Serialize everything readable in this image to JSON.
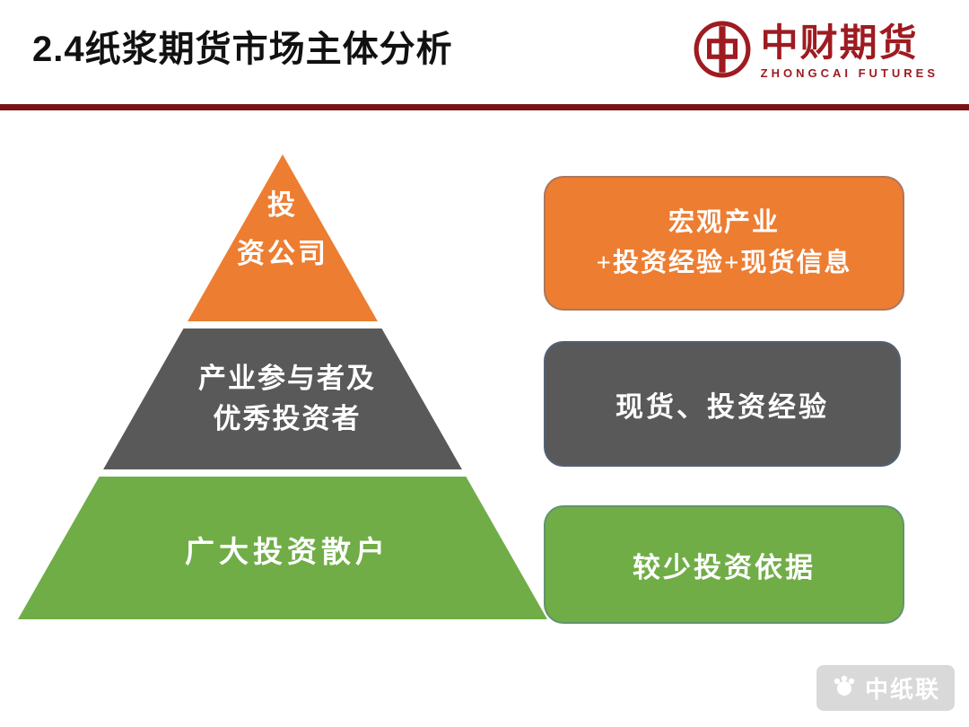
{
  "slide": {
    "title": "2.4纸浆期货市场主体分析",
    "brand": {
      "name": "中财期货",
      "subtitle": "ZHONGCAI FUTURES",
      "color": "#9E1B21"
    },
    "divider_color": "#7A1216",
    "watermark": {
      "label": "中纸联"
    }
  },
  "pyramid": {
    "tiers": [
      {
        "name": "investment-companies",
        "lines": [
          "投",
          "资公司"
        ],
        "color": "#ED7D31"
      },
      {
        "name": "industry-participants",
        "lines": [
          "产业参与者及",
          "优秀投资者"
        ],
        "color": "#595959"
      },
      {
        "name": "retail-investors",
        "lines": [
          "广大投资散户"
        ],
        "color": "#70AD47"
      }
    ]
  },
  "callouts": [
    {
      "lines": [
        "宏观产业",
        "+投资经验+现货信息"
      ],
      "color": "#ED7D31"
    },
    {
      "lines": [
        "现货、投资经验"
      ],
      "color": "#595959"
    },
    {
      "lines": [
        "较少投资依据"
      ],
      "color": "#70AD47"
    }
  ]
}
